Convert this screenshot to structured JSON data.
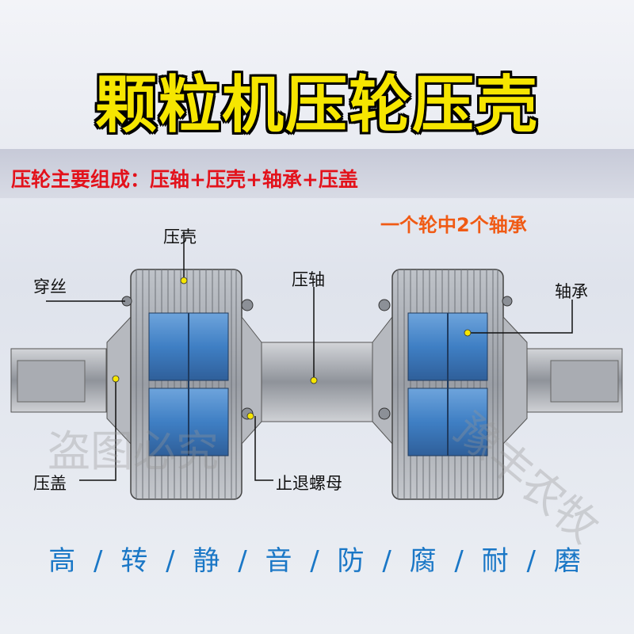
{
  "title": "颗粒机压轮压壳",
  "subtitle": "压轮主要组成：压轴+压壳+轴承+压盖",
  "bearing_note": "一个轮中2个轴承",
  "labels": {
    "shell": "压壳",
    "thread": "穿丝",
    "axle": "压轴",
    "bearing": "轴承",
    "cover": "压盖",
    "lock_nut": "止退螺母"
  },
  "slogan": "高 / 转 / 静 / 音 / 防 / 腐 / 耐 / 磨",
  "watermarks": {
    "left": "盗图必究",
    "right": "豫丰农牧"
  },
  "colors": {
    "title": "#f6e600",
    "subtitle": "#e3121b",
    "note": "#f05a14",
    "slogan": "#1a77c6",
    "bearing_blue": "#3f7fc4"
  }
}
